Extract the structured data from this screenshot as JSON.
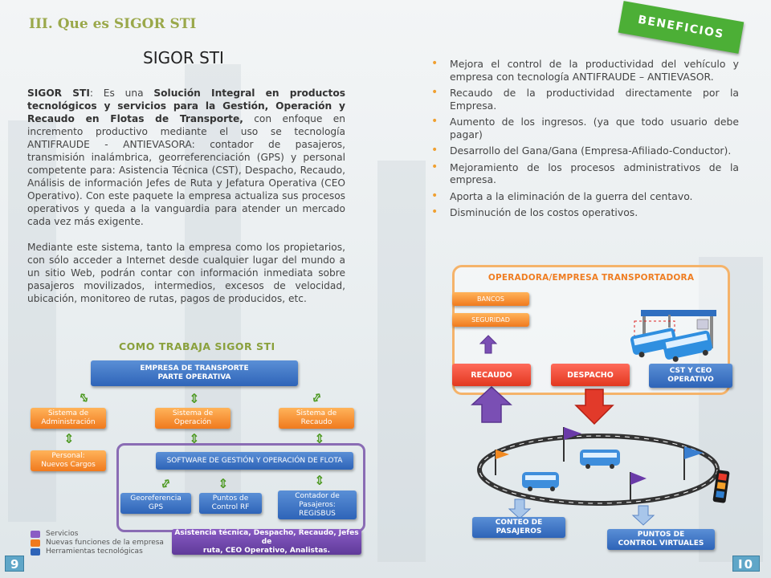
{
  "section_title": "III. Que es SIGOR STI",
  "page_title": "SIGOR STI",
  "intro": {
    "p1_strong": "SIGOR STI",
    "p1_a": ": Es una ",
    "p1_bold": "Solución Integral en productos tecnológicos y servicios para la Gestión, Operación y Recaudo en Flotas de Transporte,",
    "p1_b": " con enfoque en incremento productivo mediante el uso se tecnología ANTIFRAUDE - ANTIEVASORA: contador de pasajeros, transmisión inalámbrica, georreferenciación (GPS) y personal competente para: Asistencia  Técnica (CST), Despacho, Recaudo, Análisis de información Jefes de Ruta y Jefatura Operativa (CEO Operativo). Con este paquete la empresa actualiza sus procesos operativos y queda a la vanguardia para atender un mercado cada vez más exigente.",
    "p2": "Mediante este sistema, tanto la empresa como los propietarios, con sólo acceder a Internet desde cualquier lugar del mundo a un sitio Web, podrán contar con información inmediata sobre pasajeros movilizados, intermedios, excesos de velocidad, ubicación, monitoreo de rutas, pagos de producidos, etc."
  },
  "benefits_badge": "BENEFICIOS",
  "benefits": [
    "Mejora el control de la productividad del vehículo y empresa con tecnología ANTIFRAUDE – ANTIEVASOR.",
    "Recaudo de la productividad directamente por la Empresa.",
    "Aumento de los ingresos. (ya que todo usuario debe pagar)",
    "Desarrollo del Gana/Gana (Empresa-Afiliado-Conductor).",
    "Mejoramiento de los procesos administrativos de la empresa.",
    "Aporta a la eliminación  de la guerra del centavo.",
    "Disminución  de los costos operativos."
  ],
  "como_title": "COMO TRABAJA SIGOR STI",
  "left_diagram": {
    "top_line1": "EMPRESA DE TRANSPORTE",
    "top_line2": "PARTE OPERATIVA",
    "adm_1": "Sistema de",
    "adm_2": "Administración",
    "ope_1": "Sistema de",
    "ope_2": "Operación",
    "rec_1": "Sistema de",
    "rec_2": "Recaudo",
    "personal_1": "Personal:",
    "personal_2": "Nuevos Cargos",
    "software": "SOFTWARE  DE  GESTIÓN  Y OPERACIÓN   DE FLOTA",
    "geo_1": "Georeferencia",
    "geo_2": "GPS",
    "puntos_1": "Puntos de",
    "puntos_2": "Control RF",
    "contador_1": "Contador de",
    "contador_2": "Pasajeros:",
    "contador_3": "REGISBUS",
    "asistencia_1": "Asistencia técnica, Despacho, Recaudo, Jefes de",
    "asistencia_2": "ruta, CEO Operativo, Analistas."
  },
  "legend": [
    "Servicios",
    "Nuevas funciones de la empresa",
    "Herramientas tecnológicas"
  ],
  "legend_colors": [
    "#8a5cc4",
    "#f07a1e",
    "#2e64b8"
  ],
  "right_diagram": {
    "title": "OPERADORA/EMPRESA TRANSPORTADORA",
    "bancos": "BANCOS",
    "seguridad": "SEGURIDAD",
    "recaudo": "RECAUDO",
    "despacho": "DESPACHO",
    "cst_1": "CST Y CEO",
    "cst_2": "OPERATIVO",
    "conteo_1": "CONTEO DE",
    "conteo_2": "PASAJEROS",
    "puntos_1": "PUNTOS DE",
    "puntos_2": "CONTROL VIRTUALES"
  },
  "page_left": "9",
  "page_right": "I0"
}
